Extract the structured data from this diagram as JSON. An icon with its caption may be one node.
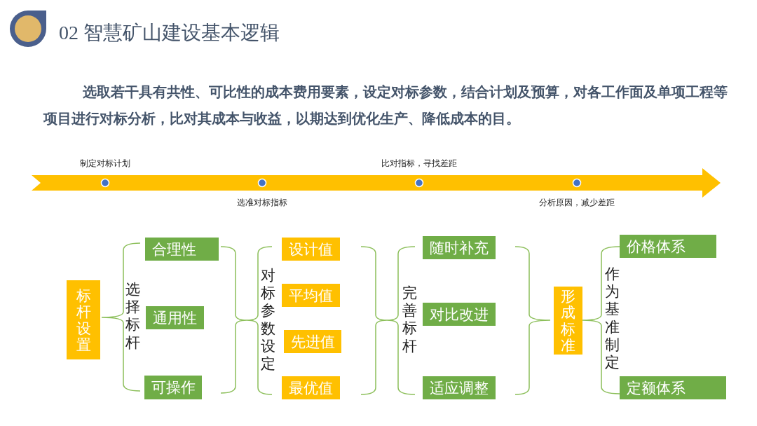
{
  "diagram": {
    "title": "02 智慧矿山建设基本逻辑",
    "nodes": [
      {
        "text": [
          "标杆设置"
        ]
      },
      {
        "text": [
          "合理性"
        ]
      },
      {
        "text": [
          "通用性"
        ]
      },
      {
        "text": [
          "可操作"
        ]
      },
      {
        "text": [
          "设计值"
        ]
      },
      {
        "text": [
          "平均值"
        ]
      },
      {
        "text": [
          "先进值"
        ]
      },
      {
        "text": [
          "最优值"
        ]
      },
      {
        "text": [
          "随时补充"
        ]
      },
      {
        "text": [
          "对比改进"
        ]
      },
      {
        "text": [
          "适应调整"
        ]
      },
      {
        "text": [
          "形成标准"
        ]
      },
      {
        "text": [
          "价格体系"
        ]
      },
      {
        "text": [
          "定额体系"
        ]
      }
    ],
    "labels": [
      "选取若干具有共性、可比性的成本费用要素，设定对标参数，结合计划及预算，对各工作面及单项工程等项目进行对标分析，比对其成本与收益，以期达到优化生产、降低成本的目。",
      "制定对标计划",
      "选准对标指标",
      "比对指标，寻找差距",
      "分析原因，减少差距",
      "选择标杆",
      "对标参数设定",
      "完善标杆",
      "作为基准制定"
    ]
  }
}
